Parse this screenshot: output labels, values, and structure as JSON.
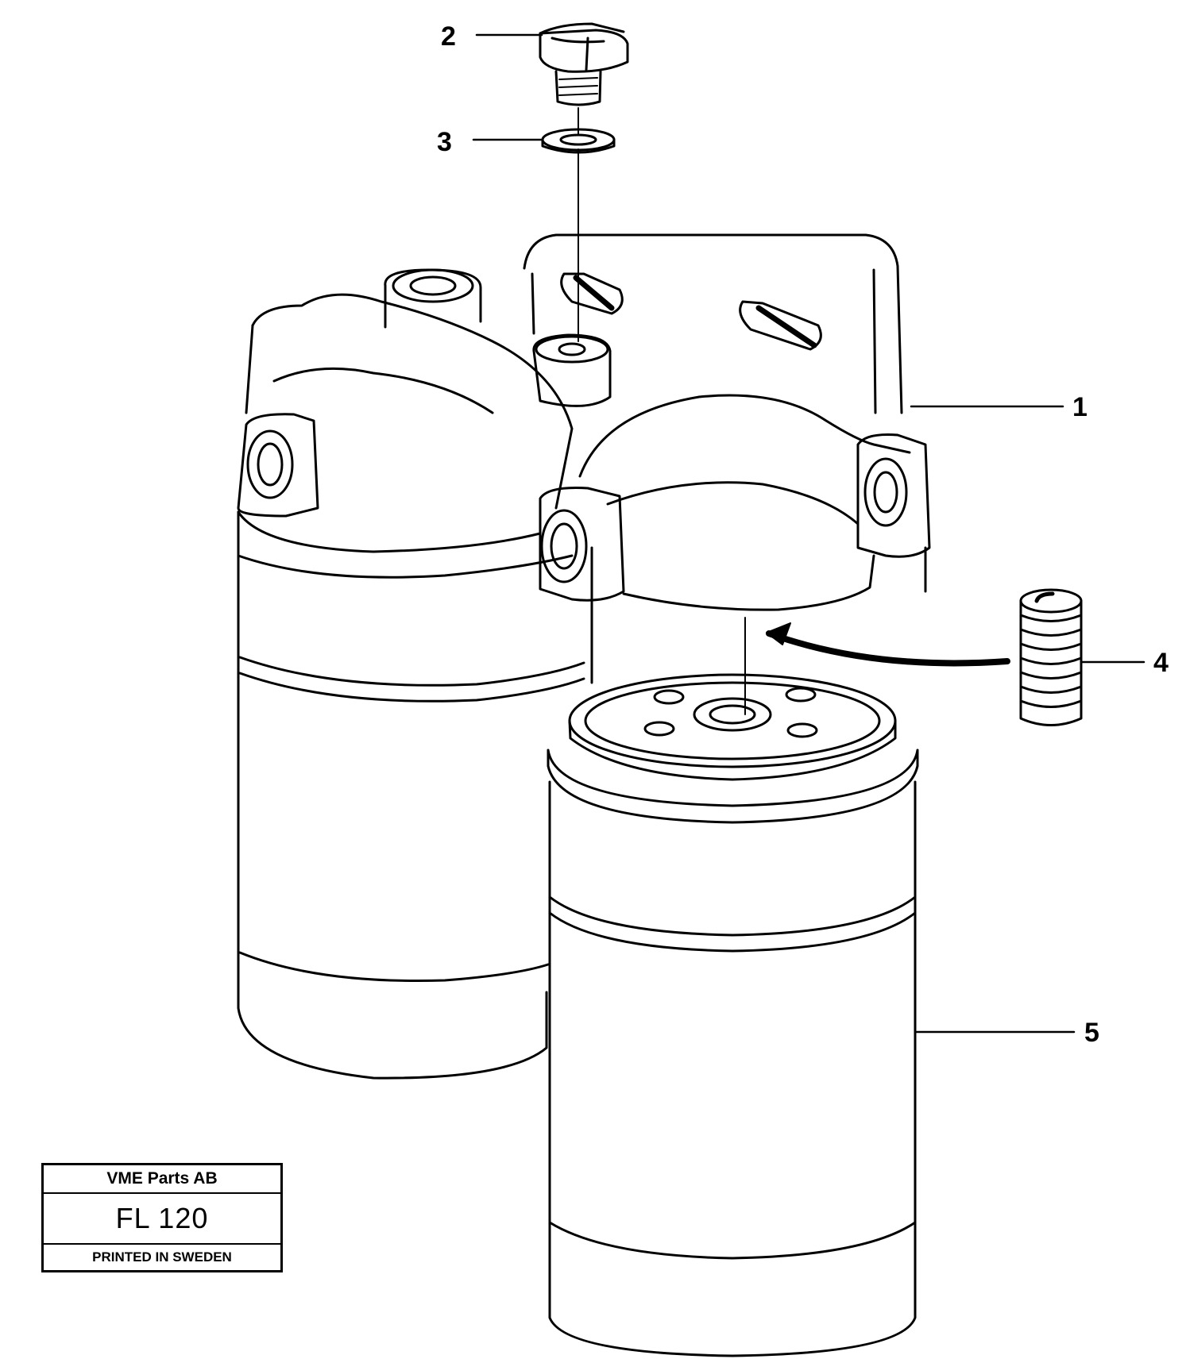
{
  "callouts": {
    "c1": "1",
    "c2": "2",
    "c3": "3",
    "c4": "4",
    "c5": "5"
  },
  "stamp": {
    "company": "VME Parts AB",
    "code": "FL 120",
    "printed": "PRINTED IN SWEDEN"
  },
  "colors": {
    "ink": "#000000",
    "paper": "#ffffff"
  }
}
